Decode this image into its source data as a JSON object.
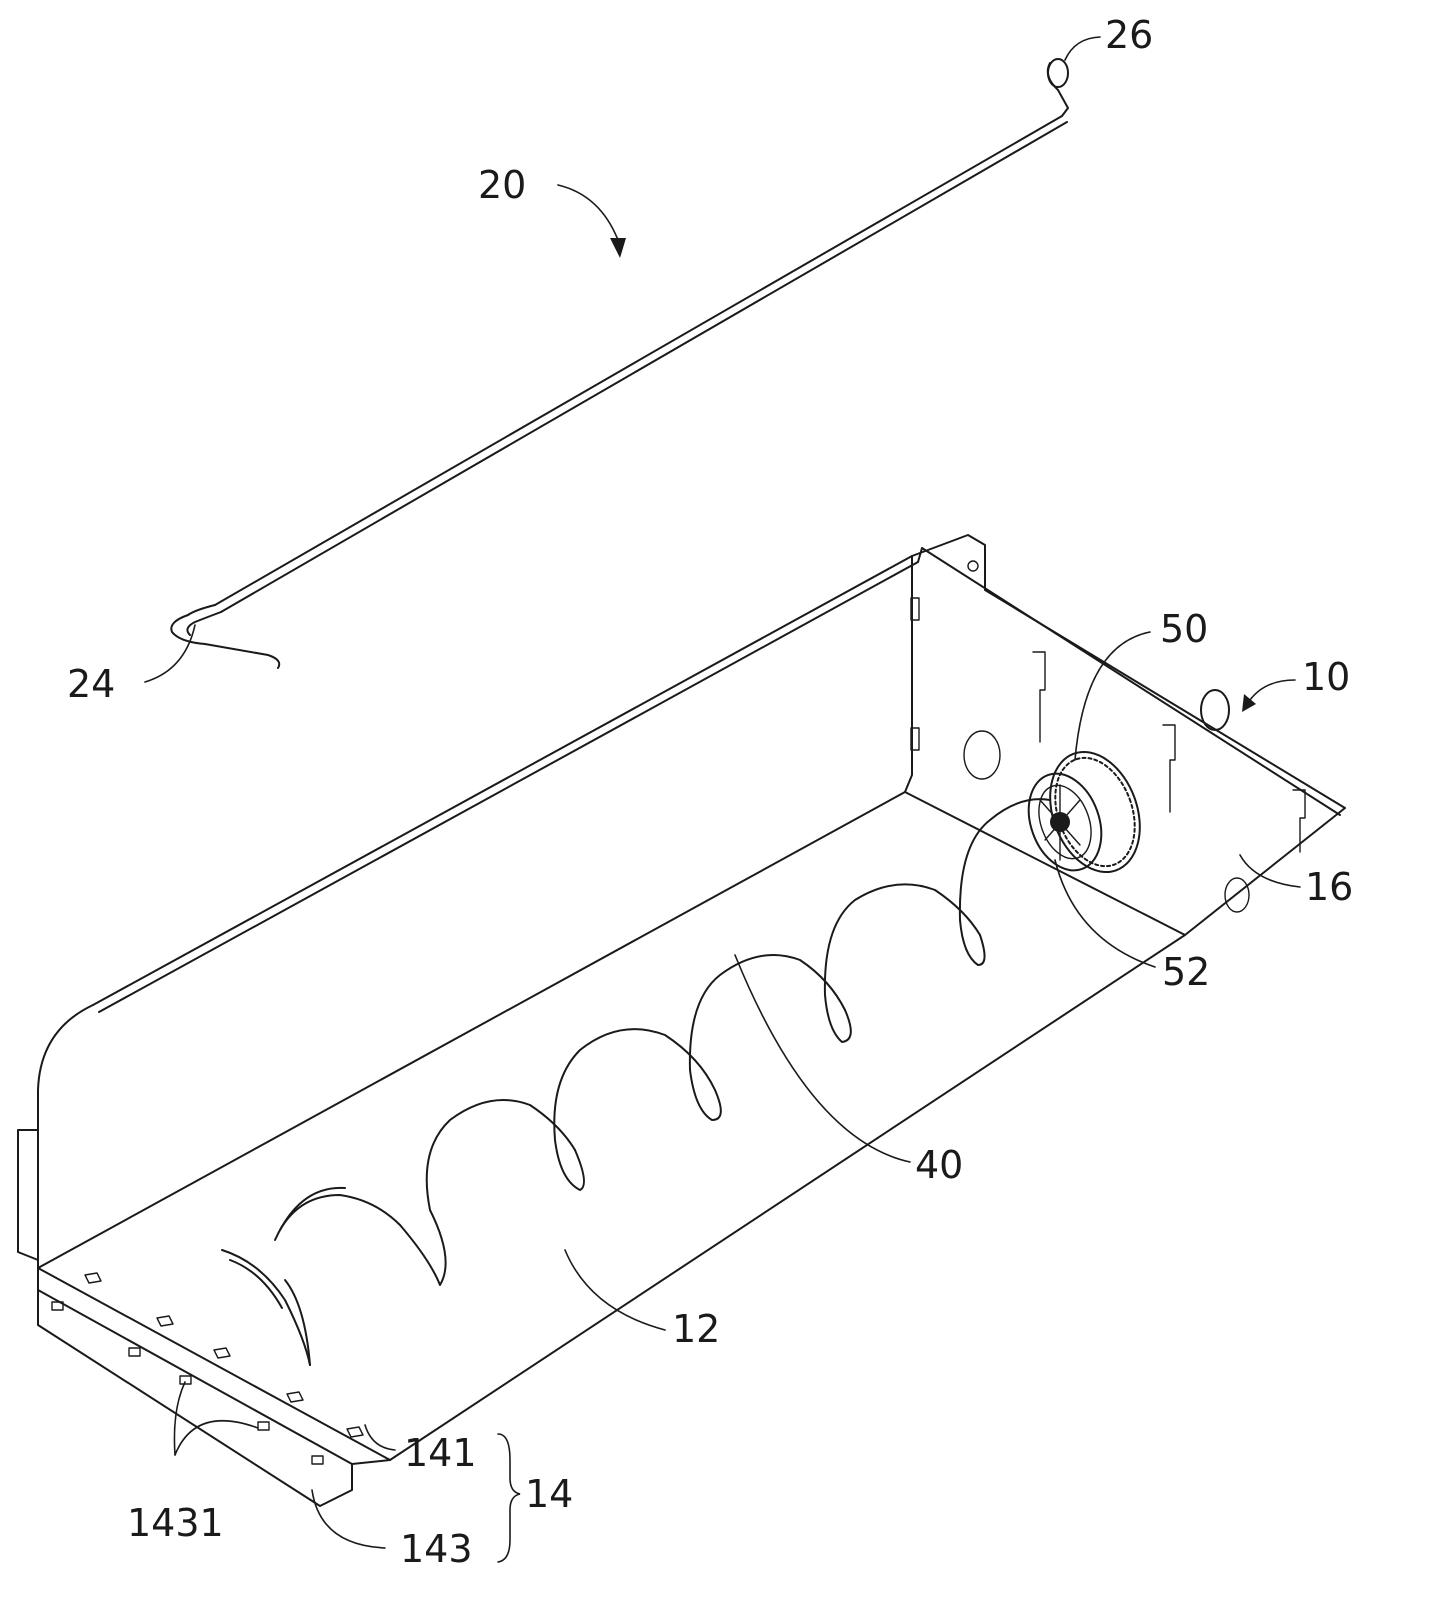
{
  "labels": {
    "l26": "26",
    "l20": "20",
    "l24": "24",
    "l50": "50",
    "l10": "10",
    "l16": "16",
    "l52": "52",
    "l40": "40",
    "l12": "12",
    "l141": "141",
    "l14": "14",
    "l1431": "1431",
    "l143": "143"
  },
  "colors": {
    "line": "#1a1a1a",
    "background": "#ffffff"
  }
}
